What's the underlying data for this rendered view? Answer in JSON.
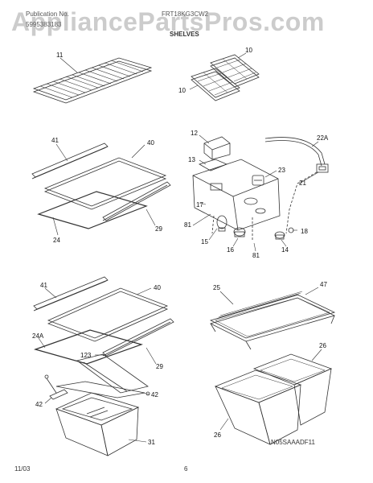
{
  "header": {
    "publication_label": "Publication No.",
    "publication_number": "5995383183",
    "model": "FRT18KG3CW2",
    "section": "SHELVES"
  },
  "watermark": "AppliancePartsPros.com",
  "callouts": {
    "c11": "11",
    "c10a": "10",
    "c10b": "10",
    "c41a": "41",
    "c40a": "40",
    "c29a": "29",
    "c24a": "24",
    "c12": "12",
    "c22a": "22A",
    "c13": "13",
    "c23": "23",
    "c21": "21",
    "c17": "17",
    "c81a": "81",
    "c15": "15",
    "c16": "16",
    "c81b": "81",
    "c14": "14",
    "c18": "18",
    "c41b": "41",
    "c40b": "40",
    "c24A": "24A",
    "c123": "123",
    "c29b": "29",
    "c42a": "42",
    "c42b": "42",
    "c31": "31",
    "c25": "25",
    "c47": "47",
    "c26a": "26",
    "c26b": "26"
  },
  "diagram_code": "N05SAAADF11",
  "footer": {
    "date": "11/03",
    "page": "6"
  }
}
